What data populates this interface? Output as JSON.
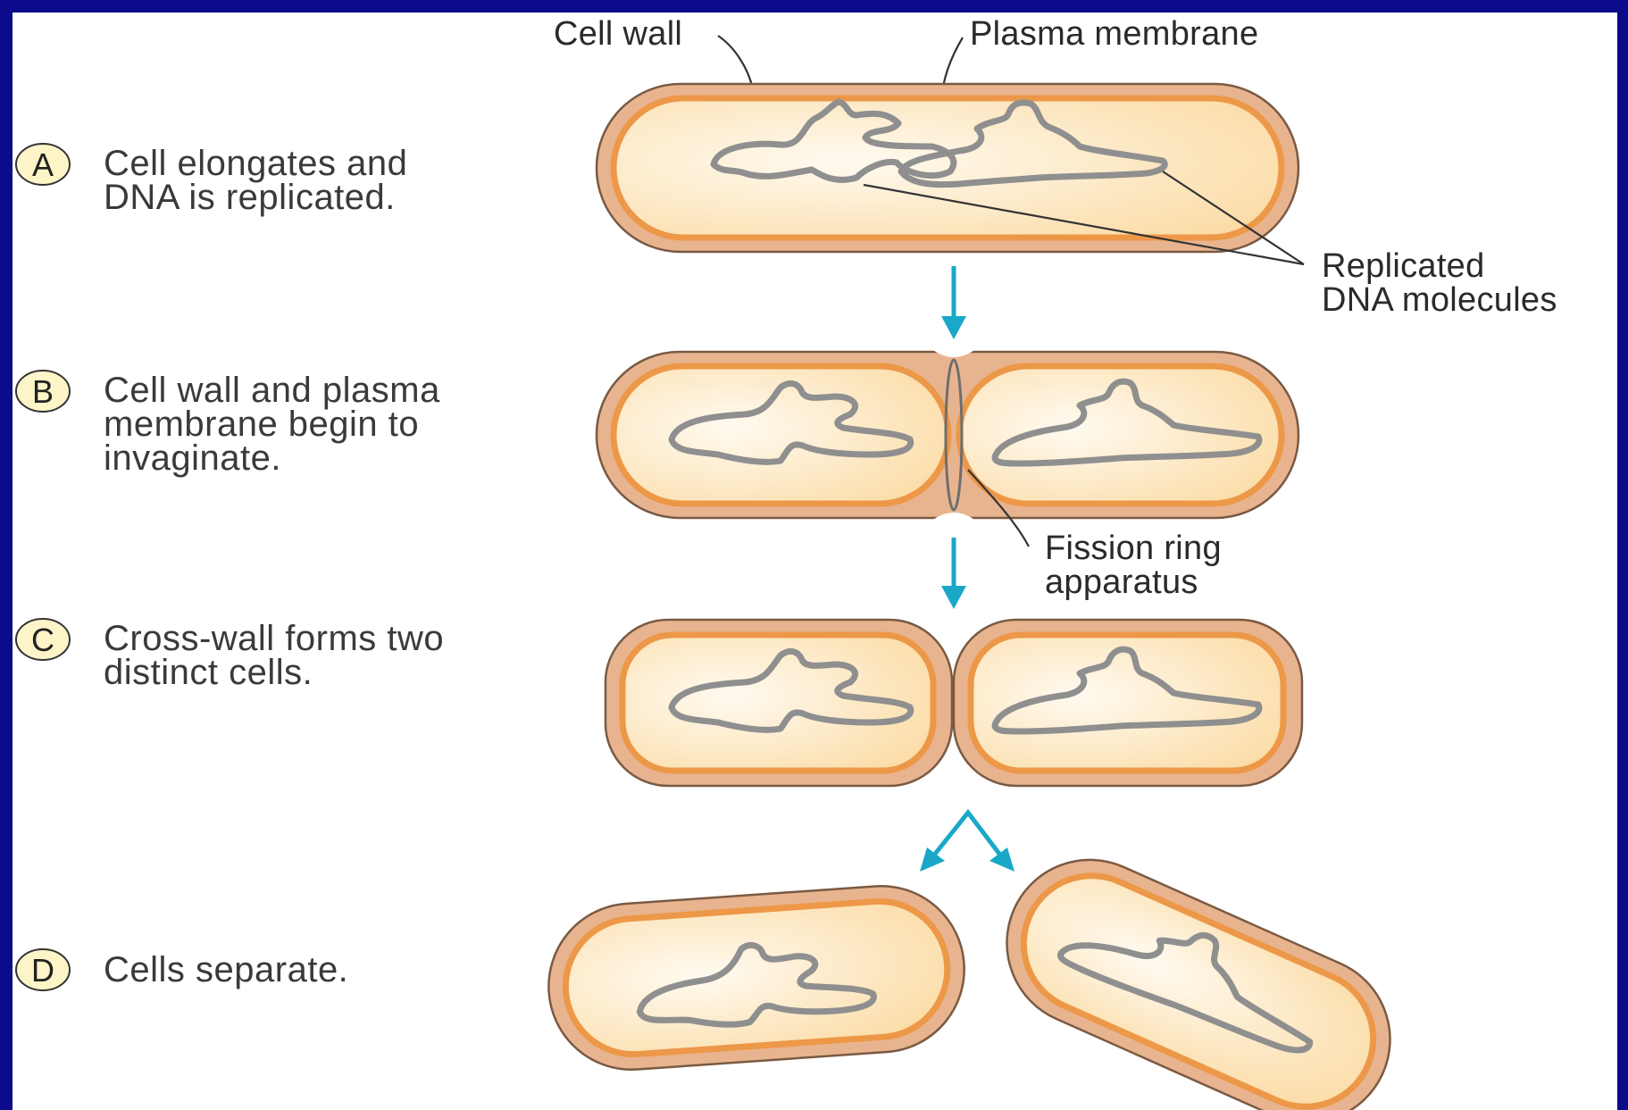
{
  "steps": [
    {
      "letter": "A",
      "lines": [
        "Cell elongates and",
        "DNA is replicated."
      ]
    },
    {
      "letter": "B",
      "lines": [
        "Cell wall and plasma",
        "membrane begin to",
        "invaginate."
      ]
    },
    {
      "letter": "C",
      "lines": [
        "Cross-wall forms two",
        "distinct cells."
      ]
    },
    {
      "letter": "D",
      "lines": [
        "Cells separate."
      ]
    }
  ],
  "labels": {
    "cell_wall": "Cell wall",
    "plasma_membrane": "Plasma membrane",
    "replicated_dna": [
      "Replicated",
      "DNA molecules"
    ],
    "fission_ring": [
      "Fission ring",
      "apparatus"
    ]
  },
  "colors": {
    "background": "#0b0b8c",
    "cell_wall": "#e8b48f",
    "plasma_membrane": "#ec9848",
    "cytoplasm": "#fde6b8",
    "dna": "#8f8f8f",
    "arrows": "#1aa8c9"
  }
}
